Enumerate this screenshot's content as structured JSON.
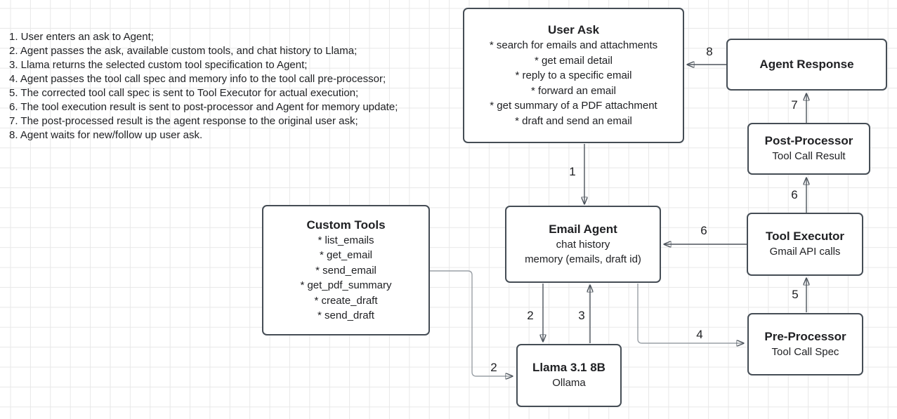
{
  "colors": {
    "background": "#ffffff",
    "grid_line": "#e8e8e8",
    "node_border": "#454d55",
    "connector": "#4d545c",
    "connector_light": "#9aa0a6",
    "text": "#202124"
  },
  "steps": [
    "1. User enters an ask to Agent;",
    "2. Agent passes the ask, available custom tools, and chat history to Llama;",
    "3. Llama returns the selected custom tool specification to Agent;",
    "4. Agent passes the tool call spec and memory info to the tool call pre-processor;",
    "5. The corrected tool call spec is sent to Tool Executor for actual execution;",
    "6. The tool execution result is sent to post-processor and Agent for memory update;",
    "7. The post-processed result is the agent response to the original user ask;",
    "8. Agent waits for new/follow up user ask."
  ],
  "nodes": {
    "user_ask": {
      "title": "User Ask",
      "lines": [
        "* search for emails and attachments",
        "* get email detail",
        "* reply to a specific email",
        "* forward an email",
        "* get summary of a PDF attachment",
        "* draft and send an email"
      ]
    },
    "custom_tools": {
      "title": "Custom Tools",
      "lines": [
        "* list_emails",
        "* get_email",
        "* send_email",
        "* get_pdf_summary",
        "* create_draft",
        "* send_draft"
      ]
    },
    "email_agent": {
      "title": "Email Agent",
      "lines": [
        "chat history",
        "memory (emails, draft id)"
      ]
    },
    "llama": {
      "title": "Llama 3.1 8B",
      "lines": [
        "Ollama"
      ]
    },
    "agent_response": {
      "title": "Agent Response",
      "lines": []
    },
    "post_processor": {
      "title": "Post-Processor",
      "lines": [
        "Tool Call Result"
      ]
    },
    "tool_executor": {
      "title": "Tool Executor",
      "lines": [
        "Gmail API calls"
      ]
    },
    "pre_processor": {
      "title": "Pre-Processor",
      "lines": [
        "Tool Call Spec"
      ]
    }
  },
  "edges": {
    "e1": {
      "label": "1",
      "from": "User Ask",
      "to": "Email Agent"
    },
    "e2a": {
      "label": "2",
      "from": "Email Agent",
      "to": "Llama 3.1 8B"
    },
    "e2b": {
      "label": "2",
      "from": "Custom Tools",
      "to": "Llama 3.1 8B"
    },
    "e3": {
      "label": "3",
      "from": "Llama 3.1 8B",
      "to": "Email Agent"
    },
    "e4": {
      "label": "4",
      "from": "Email Agent",
      "to": "Pre-Processor"
    },
    "e5": {
      "label": "5",
      "from": "Pre-Processor",
      "to": "Tool Executor"
    },
    "e6a": {
      "label": "6",
      "from": "Tool Executor",
      "to": "Post-Processor"
    },
    "e6b": {
      "label": "6",
      "from": "Tool Executor",
      "to": "Email Agent"
    },
    "e7": {
      "label": "7",
      "from": "Post-Processor",
      "to": "Agent Response"
    },
    "e8": {
      "label": "8",
      "from": "Agent Response",
      "to": "User Ask"
    }
  }
}
